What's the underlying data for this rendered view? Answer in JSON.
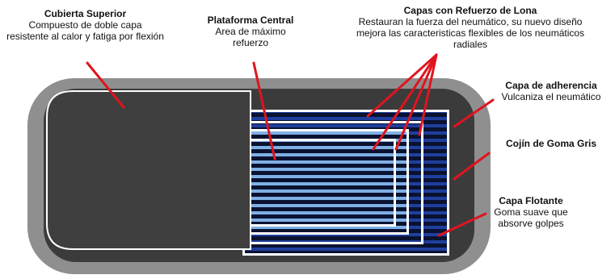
{
  "labels": {
    "cubierta_superior": {
      "title": "Cubierta Superior",
      "description": "Compuesto de doble capa resistente al calor y fatiga por flexión"
    },
    "plataforma_central": {
      "title": "Plataforma Central",
      "description": "Area de máximo refuerzo"
    },
    "capas_refuerzo": {
      "title": "Capas con Refuerzo de Lona",
      "description": "Restauran la fuerza del neumático, su nuevo diseño mejora las caracteristicas flexibles de los neumáticos radiales"
    },
    "capa_adherencia": {
      "title": "Capa de adherencia",
      "description": "Vulcaniza el neumático"
    },
    "cojin_goma": {
      "title": "Cojín de Goma Gris",
      "description": ""
    },
    "capa_flotante": {
      "title": "Capa Flotante",
      "description": "Goma suave que absorve golpes"
    }
  },
  "colors": {
    "outer_gray": "#8f8f8f",
    "inner_dark": "#3b3b3b",
    "stripe_dark": "#0a1230",
    "stripe_light": "#7fb0e6",
    "outer_blue": "#1f3f9e",
    "pointer": "#e0141e",
    "border": "#ffffff"
  }
}
